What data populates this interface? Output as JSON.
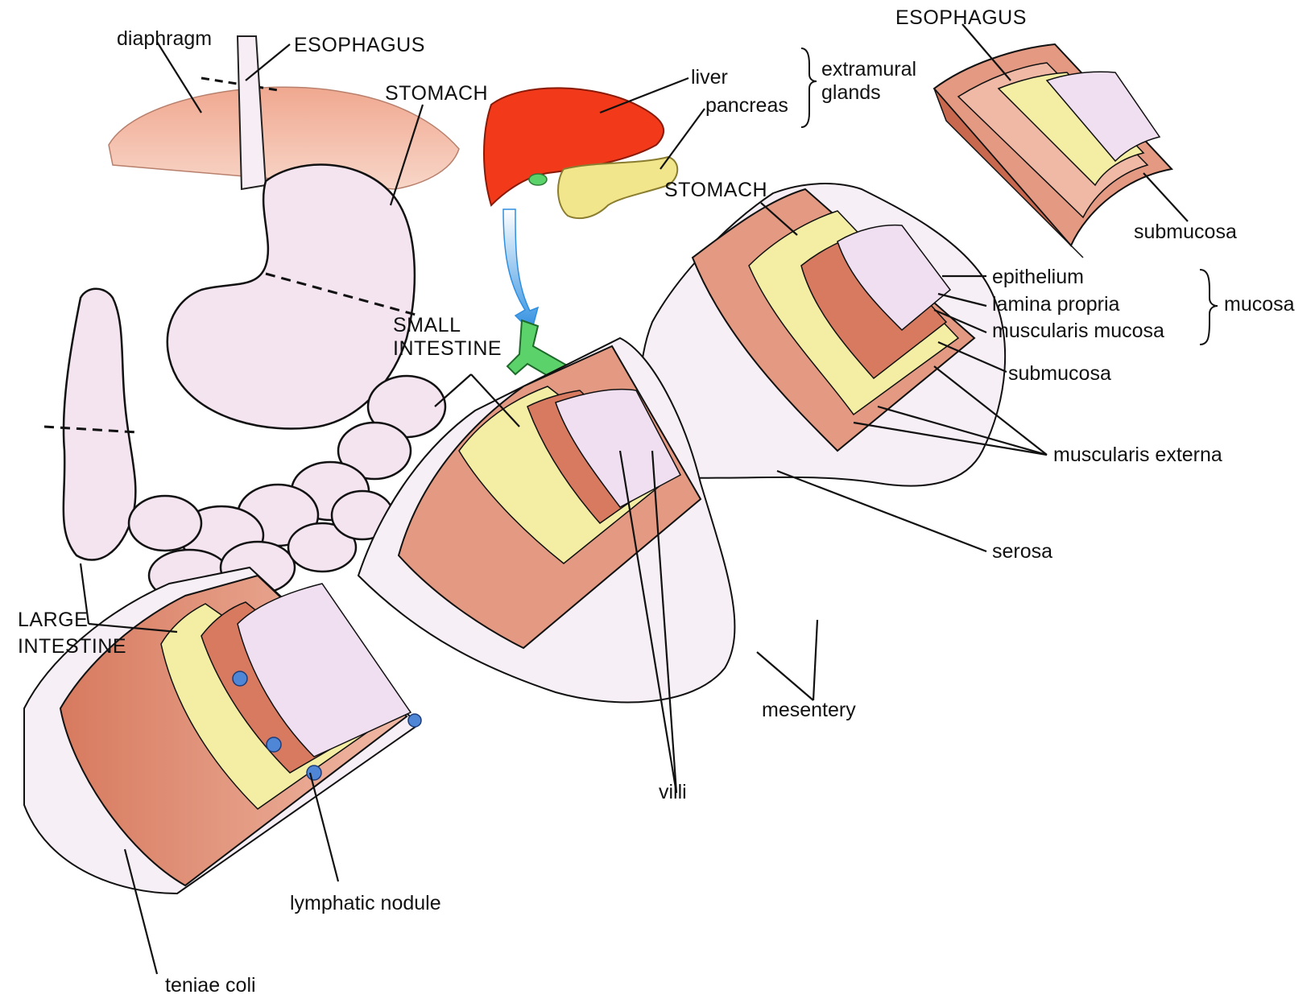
{
  "labels": {
    "diaphragm": "diaphragm",
    "esophagus_left": "ESOPHAGUS",
    "stomach_left": "STOMACH",
    "liver": "liver",
    "pancreas": "pancreas",
    "extramural_glands": "extramural\nglands",
    "esophagus_right": "ESOPHAGUS",
    "stomach_right": "STOMACH",
    "submucosa_top": "submucosa",
    "epithelium": "epithelium",
    "lamina_propria": "lamina propria",
    "muscularis_mucosa": "muscularis mucosa",
    "mucosa": "mucosa",
    "submucosa_mid": "submucosa",
    "muscularis_externa": "muscularis externa",
    "serosa": "serosa",
    "small_intestine": "SMALL\nINTESTINE",
    "large_intestine_line1": "LARGE",
    "large_intestine_line2": "INTESTINE",
    "mesentery": "mesentery",
    "villi": "villi",
    "lymphatic_nodule": "lymphatic nodule",
    "teniae_coli": "teniae coli"
  },
  "colors": {
    "organ_pink": "#f3e4f0",
    "diaphragm": "#f2b49a",
    "liver": "#f23a1a",
    "pancreas": "#f1e68c",
    "gallbladder_duct": "#5cd26a",
    "arrow_blue": "#3aa0e8",
    "muscle": "#e49a82",
    "muscle_dark": "#c8694f",
    "submucosa": "#f4eda4",
    "mucosa": "#efdff0",
    "lymph_nodule": "#4f86d6",
    "outline": "#1a1a1a"
  }
}
